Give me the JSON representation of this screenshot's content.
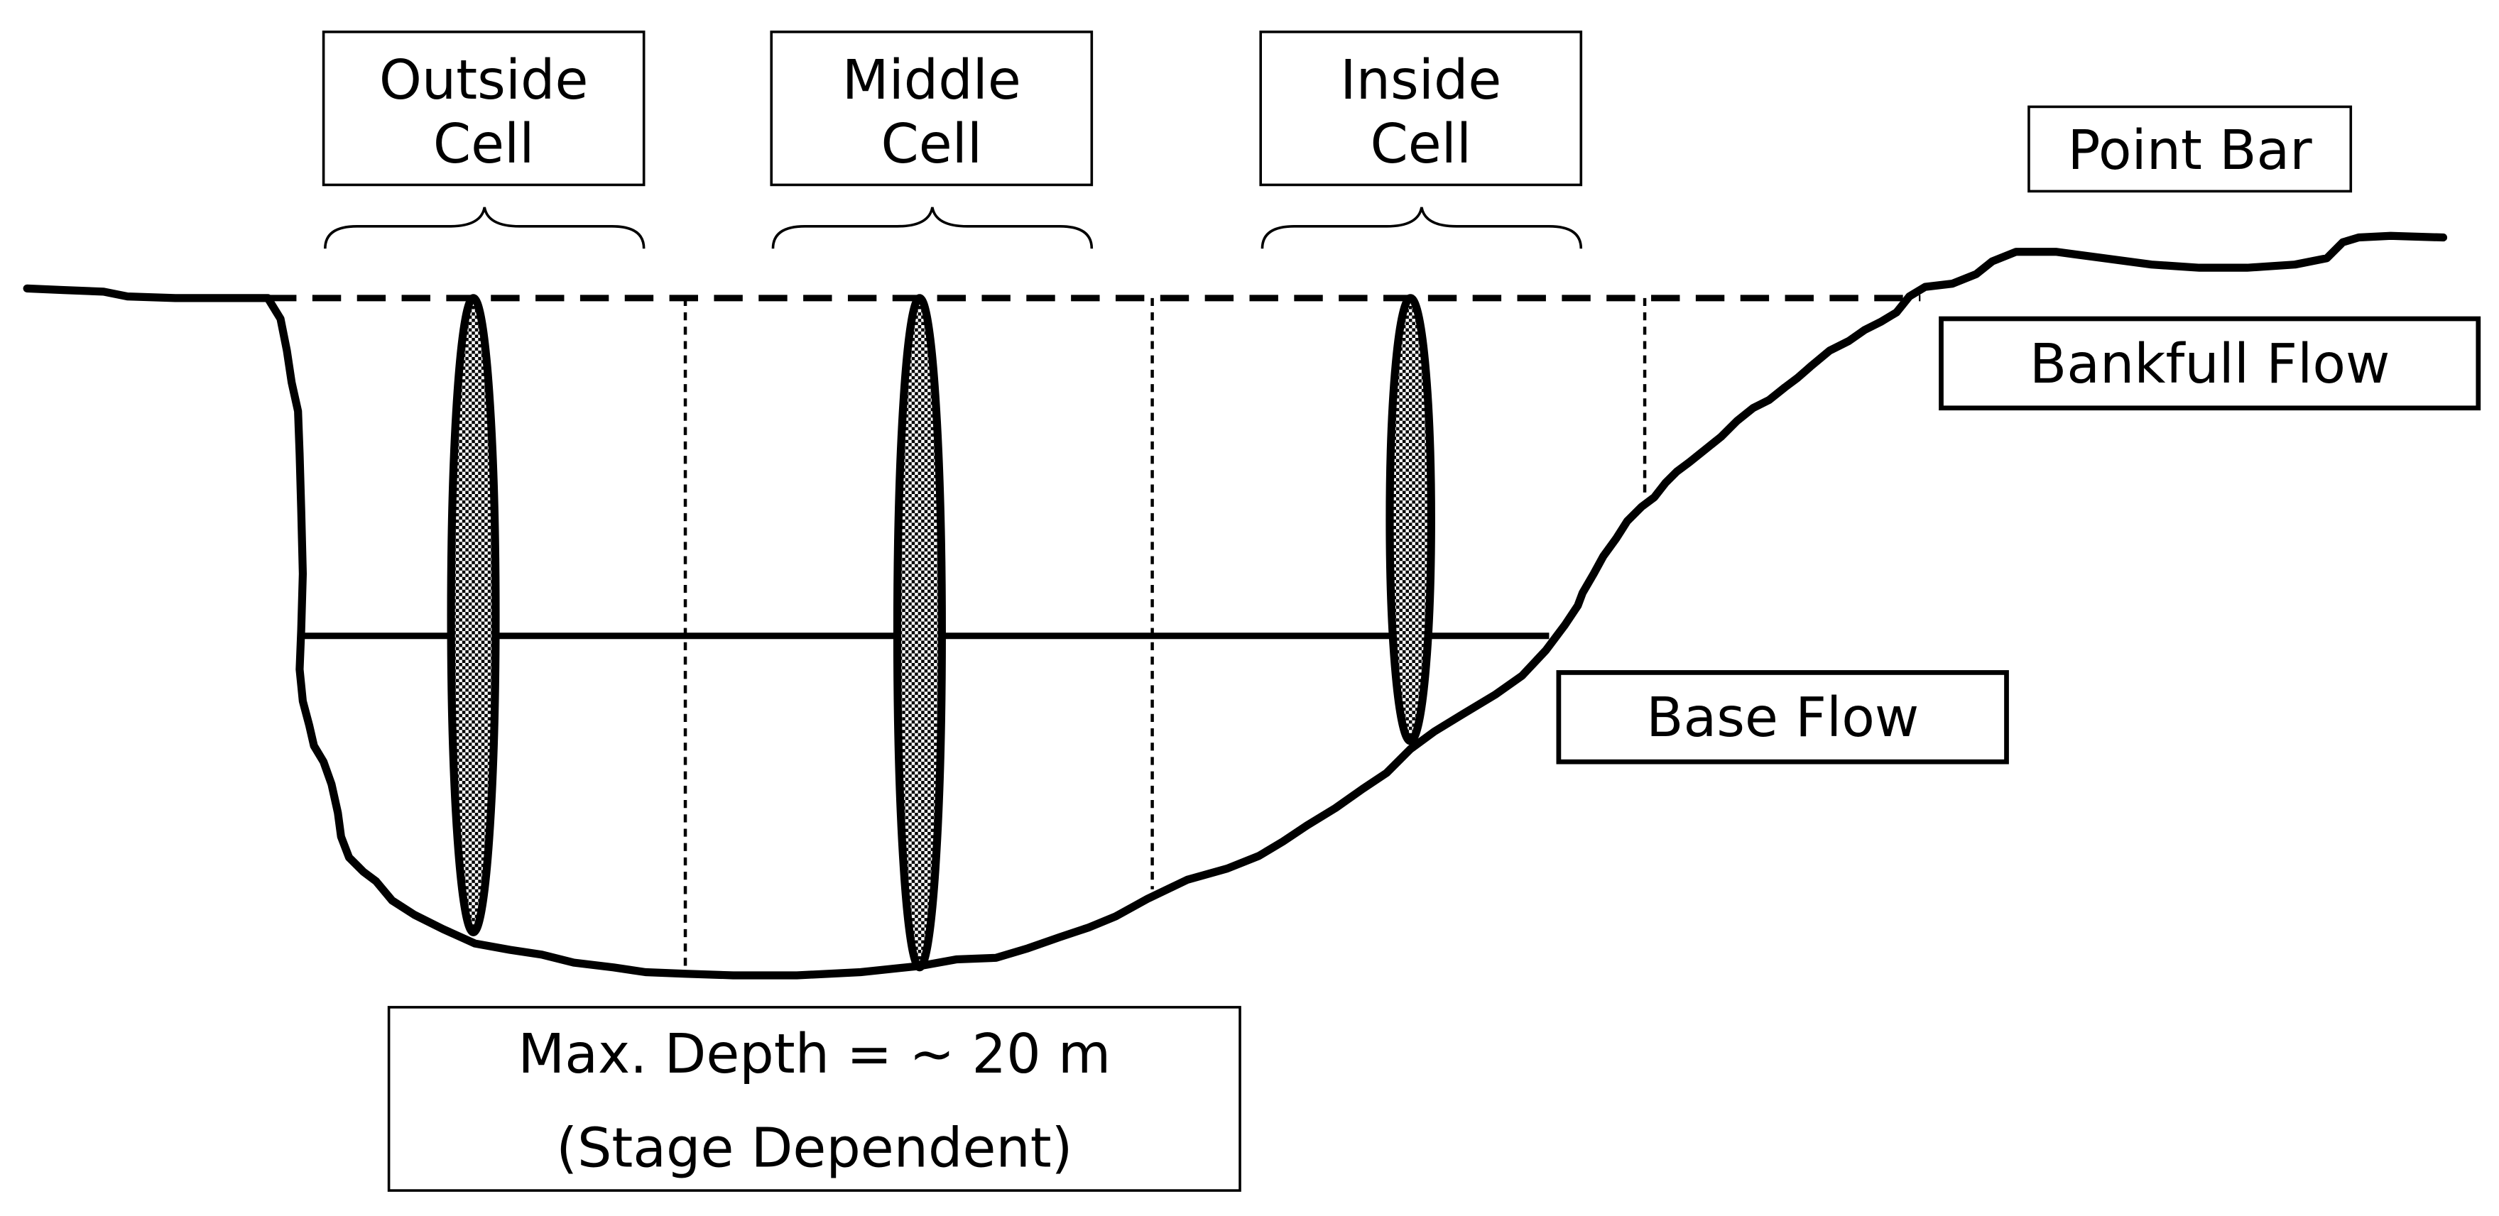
{
  "colors": {
    "ink": "#000000",
    "background": "#ffffff"
  },
  "cells": [
    {
      "line1": "Outside",
      "line2": "Cell"
    },
    {
      "line1": "Middle",
      "line2": "Cell"
    },
    {
      "line1": "Inside",
      "line2": "Cell"
    }
  ],
  "labels": {
    "point_bar": "Point Bar",
    "bankfull_flow": "Bankfull Flow",
    "base_flow": "Base Flow",
    "max_depth": "Max. Depth = ~ 20 m",
    "stage_dependent": "(Stage Dependent)"
  }
}
